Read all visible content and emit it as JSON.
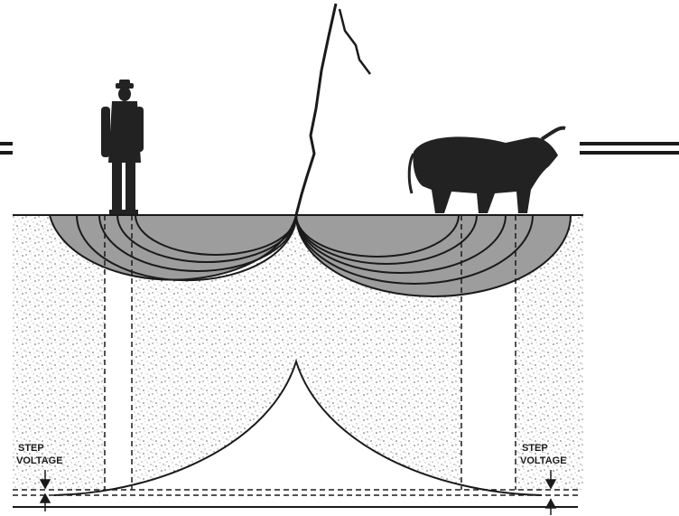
{
  "figure": {
    "labels": {
      "step_voltage_left": [
        "STEP",
        "VOLTAGE"
      ],
      "step_voltage_right": [
        "STEP",
        "VOLTAGE"
      ]
    },
    "colors": {
      "ink": "#1a1a1a",
      "ground_speckle": "#8a8a8a",
      "field_shading": "#9a9a9a",
      "figures": "#222222",
      "background": "#ffffff"
    },
    "elements": {
      "left_subject": "person-standing",
      "right_subject": "bull",
      "source": "lightning-bolt"
    }
  }
}
